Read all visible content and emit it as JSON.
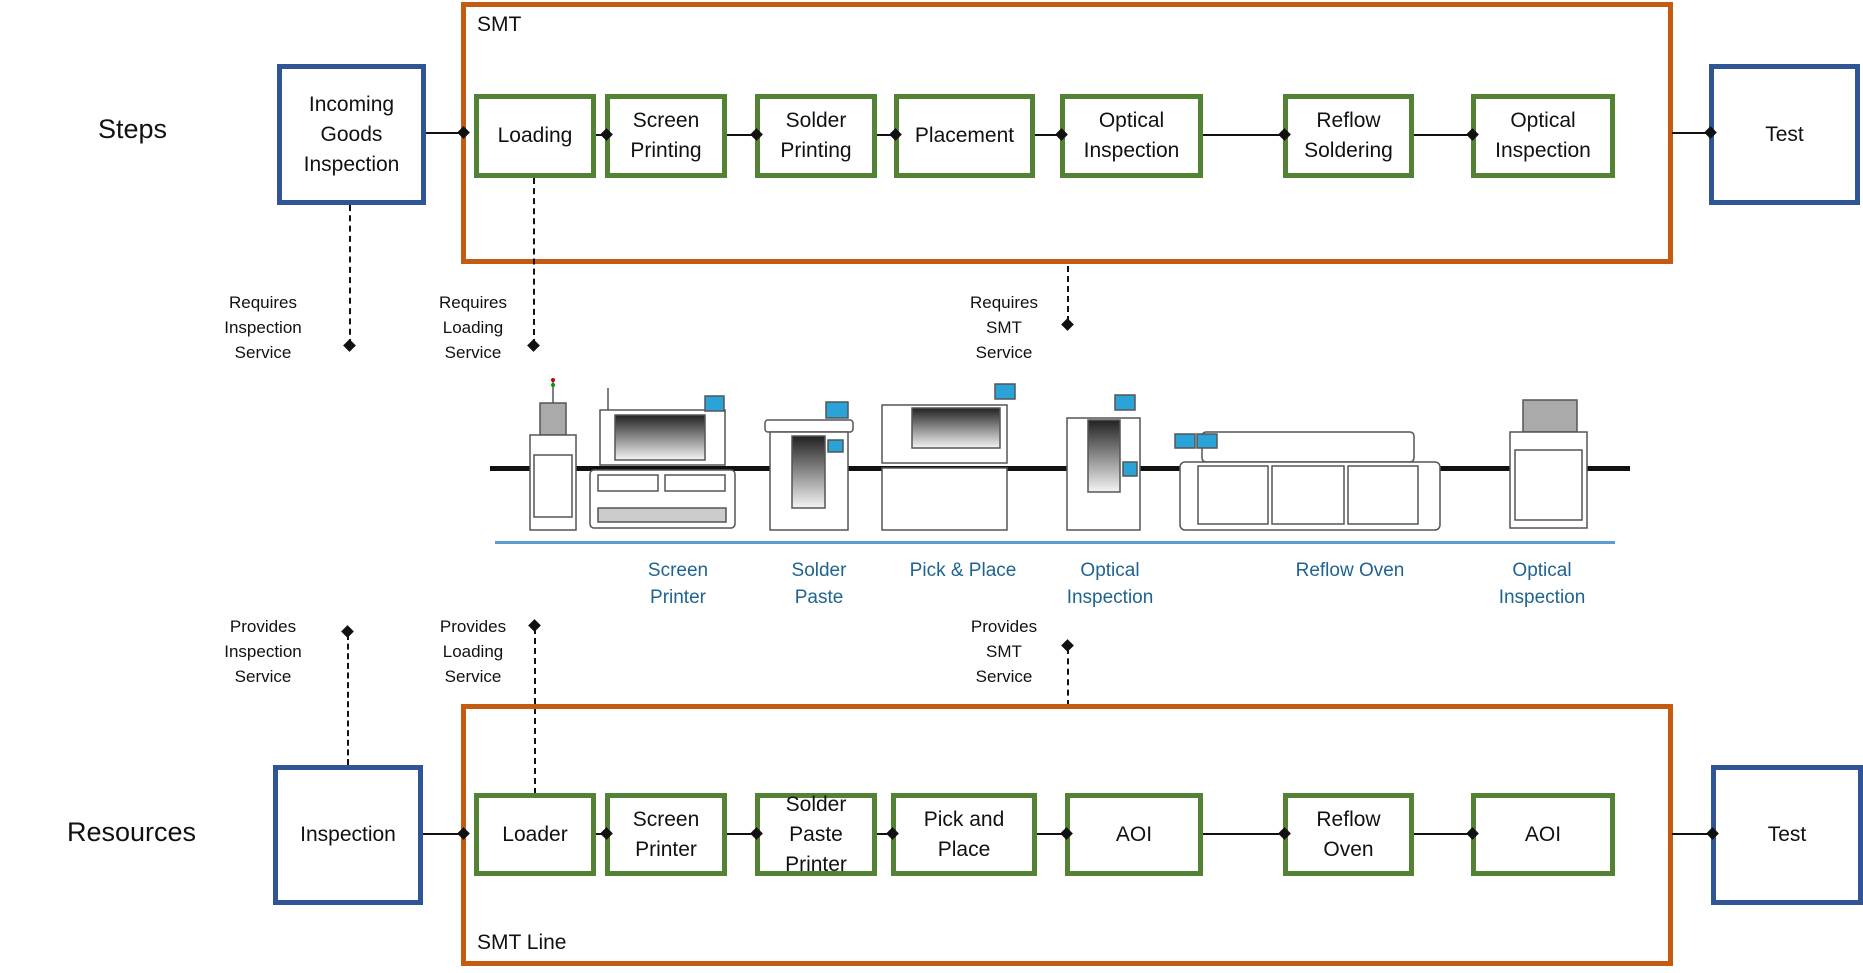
{
  "row_labels": {
    "steps": "Steps",
    "resources": "Resources"
  },
  "steps": {
    "group_label": "SMT",
    "before": "Incoming\nGoods\nInspection",
    "items": [
      "Loading",
      "Screen\nPrinting",
      "Solder\nPrinting",
      "Placement",
      "Optical\nInspection",
      "Reflow\nSoldering",
      "Optical\nInspection"
    ],
    "after": "Test"
  },
  "resources": {
    "group_label": "SMT Line",
    "before": "Inspection",
    "items": [
      "Loader",
      "Screen\nPrinter",
      "Solder\nPaste\nPrinter",
      "Pick and\nPlace",
      "AOI",
      "Reflow\nOven",
      "AOI"
    ],
    "after": "Test"
  },
  "requires_labels": [
    "Requires\nInspection\nService",
    "Requires\nLoading\nService",
    "Requires\nSMT\nService"
  ],
  "provides_labels": [
    "Provides\nInspection\nService",
    "Provides\nLoading\nService",
    "Provides\nSMT\nService"
  ],
  "machine_labels": [
    "Screen\nPrinter",
    "Solder\nPaste",
    "Pick & Place",
    "Optical\nInspection",
    "Reflow Oven",
    "Optical\nInspection"
  ],
  "colors": {
    "group_border": "#c55a11",
    "process_border": "#548235",
    "external_border": "#2f5597",
    "machine_label": "#1f6391",
    "floor_line": "#5b9bd5",
    "screen": "#29a3d8"
  }
}
